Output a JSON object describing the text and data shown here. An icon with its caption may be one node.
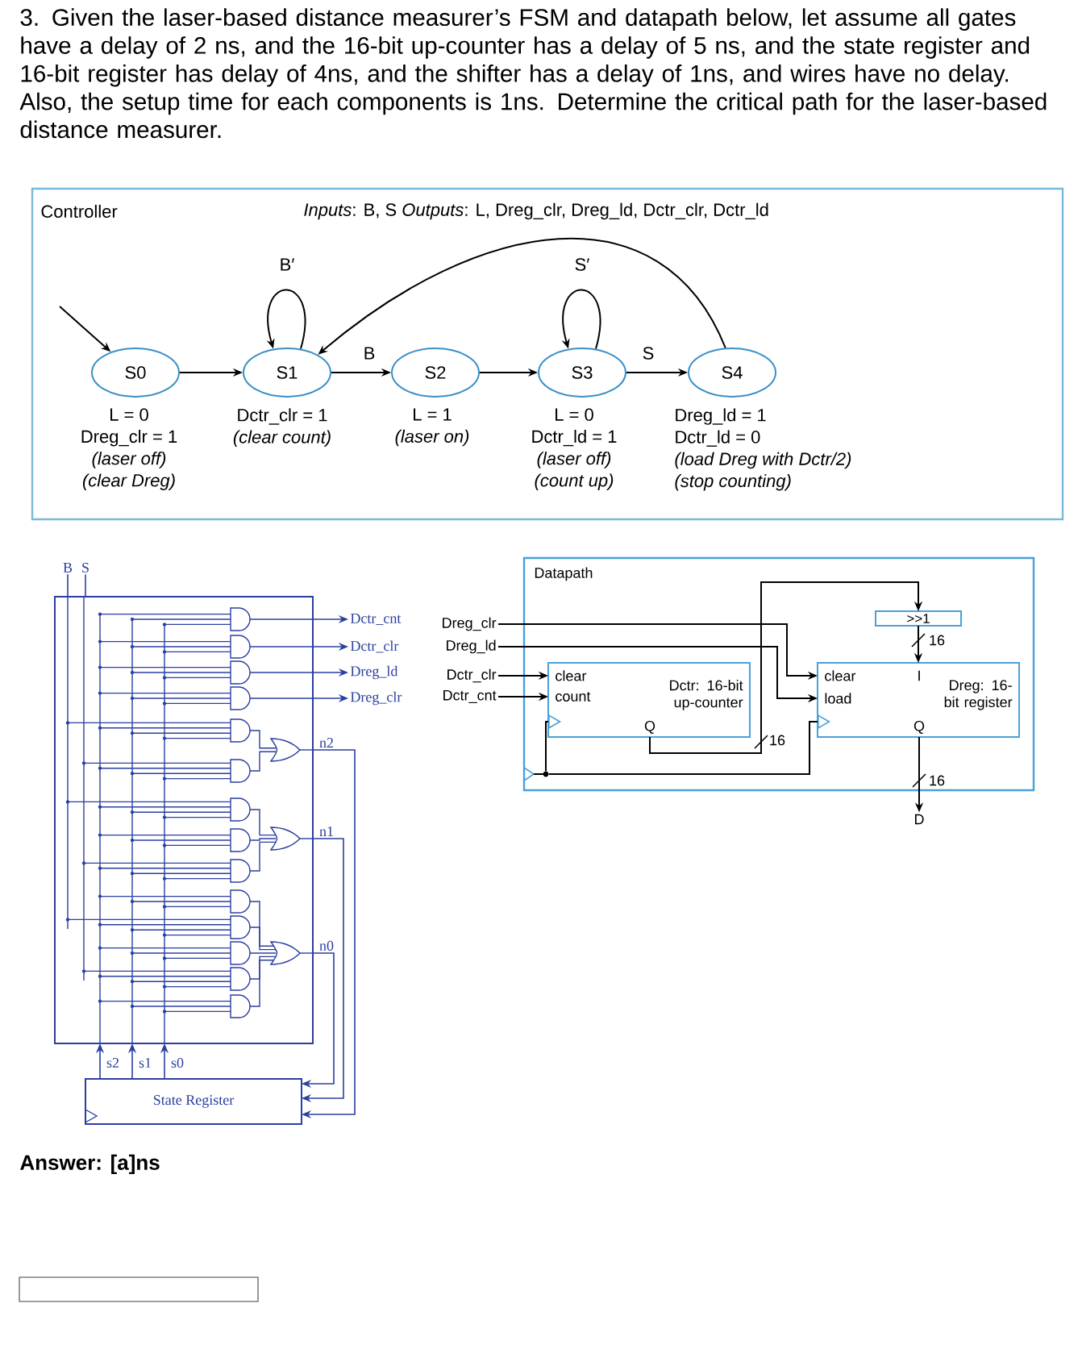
{
  "diagram": {
    "title": "3. Given the laser-based distance measurer’s FSM and datapath below, let assume all gates have a delay of 2 ns, and the 16-bit up-counter has a delay of 5 ns, and the state register and 16-bit register has delay of 4ns, and the shifter has a delay of 1ns, and wires have no delay. Also, the setup time for each components is 1ns. Determine the critical path for the laser-based distance measurer.",
    "nodes": [
      {
        "text": [
          "Controller",
          "*Inputs*: B, S   *Outputs*: L, Dreg_clr, Dreg_ld, Dctr_clr, Dctr_ld"
        ]
      },
      {
        "text": [
          "S0"
        ],
        "in": 0,
        "beside": [
          "L = 0",
          "Dreg_clr = 1",
          "*(laser off)*",
          "*(clear Dreg)*"
        ]
      },
      {
        "text": [
          "S1"
        ],
        "in": 0,
        "beside": [
          "Dctr_clr = 1",
          "*(clear count)*"
        ]
      },
      {
        "text": [
          "S2"
        ],
        "in": 0,
        "beside": [
          "L = 1",
          "*(laser on)*"
        ]
      },
      {
        "text": [
          "S3"
        ],
        "in": 0,
        "beside": [
          "L = 0",
          "Dctr_ld = 1",
          "*(laser off)*",
          "*(count up)*"
        ]
      },
      {
        "text": [
          "S4"
        ],
        "in": 0,
        "beside": [
          "Dreg_ld  = 1",
          "Dctr_ld = 0",
          "*(load Dreg with Dctr/2)*",
          "*(stop counting)*"
        ]
      },
      {
        "text": [
          "B"
        ]
      },
      {
        "text": [
          "S"
        ]
      },
      {
        "text": [],
        "shape": "box"
      },
      {
        "text": [
          "State Register"
        ]
      },
      {
        "text": [
          "Dctr_cnt"
        ]
      },
      {
        "text": [
          "Dctr_clr"
        ]
      },
      {
        "text": [
          "Dreg_ld"
        ]
      },
      {
        "text": [
          "Dreg_clr"
        ]
      },
      {
        "text": [
          "Datapath"
        ]
      },
      {
        "text": [
          "Dreg_clr"
        ]
      },
      {
        "text": [
          "Dreg_ld"
        ]
      },
      {
        "text": [
          "Dctr_clr"
        ]
      },
      {
        "text": [
          "Dctr_cnt"
        ]
      },
      {
        "text": [
          "clear",
          "count",
          "Dctr: 16-bit up-counter",
          "Q"
        ],
        "in": 14
      },
      {
        "text": [
          ">>1"
        ],
        "in": 14
      },
      {
        "text": [
          "clear",
          "load",
          "I",
          "Dreg: 16-bit register",
          "Q"
        ],
        "in": 14
      },
      {
        "text": [
          "D"
        ]
      },
      {
        "text": [],
        "shape": "circle",
        "in": 14
      }
    ],
    "edges": [
      {
        "from": null,
        "to": 1,
        "arrow": "to"
      },
      {
        "from": 1,
        "to": 2,
        "arrow": "to"
      },
      {
        "from": 2,
        "to": 2,
        "arrow": "to",
        "label": "B′"
      },
      {
        "from": 2,
        "to": 3,
        "arrow": "to",
        "label": "B"
      },
      {
        "from": 3,
        "to": 4,
        "arrow": "to"
      },
      {
        "from": 4,
        "to": 4,
        "arrow": "to",
        "label": "S′"
      },
      {
        "from": 4,
        "to": 5,
        "arrow": "to",
        "label": "S"
      },
      {
        "from": 5,
        "to": 2,
        "arrow": "to"
      },
      {
        "from": 6,
        "to": 8,
        "arrow": "none",
        "color": "#2b3fa0"
      },
      {
        "from": 7,
        "to": 8,
        "arrow": "none",
        "color": "#2b3fa0"
      },
      {
        "from": 9,
        "to": 8,
        "arrow": "to",
        "label": "s2",
        "color": "#2b3fa0"
      },
      {
        "from": 9,
        "to": 8,
        "arrow": "to",
        "label": "s1",
        "color": "#2b3fa0"
      },
      {
        "from": 9,
        "to": 8,
        "arrow": "to",
        "label": "s0",
        "color": "#2b3fa0"
      },
      {
        "from": 8,
        "to": 9,
        "arrow": "to",
        "label": "n2",
        "color": "#2b3fa0"
      },
      {
        "from": 8,
        "to": 9,
        "arrow": "to",
        "label": "n1",
        "color": "#2b3fa0"
      },
      {
        "from": 8,
        "to": 9,
        "arrow": "to",
        "label": "n0",
        "color": "#2b3fa0"
      },
      {
        "from": 8,
        "to": 10,
        "arrow": "to",
        "color": "#2b3fa0"
      },
      {
        "from": 8,
        "to": 11,
        "arrow": "to",
        "color": "#2b3fa0"
      },
      {
        "from": 8,
        "to": 12,
        "arrow": "to",
        "color": "#2b3fa0"
      },
      {
        "from": 8,
        "to": 13,
        "arrow": "to",
        "color": "#2b3fa0"
      },
      {
        "from": 15,
        "to": 21,
        "arrow": "to"
      },
      {
        "from": 16,
        "to": 21,
        "arrow": "to"
      },
      {
        "from": 17,
        "to": 19,
        "arrow": "to"
      },
      {
        "from": 18,
        "to": 19,
        "arrow": "to"
      },
      {
        "from": 19,
        "to": 20,
        "arrow": "to",
        "label": "16"
      },
      {
        "from": 20,
        "to": 21,
        "arrow": "to",
        "label": "16"
      },
      {
        "from": 21,
        "to": 22,
        "arrow": "to",
        "label": "16"
      },
      {
        "from": 23,
        "to": 19,
        "arrow": "to"
      },
      {
        "from": 23,
        "to": 21,
        "arrow": "to"
      }
    ],
    "labels": [
      "Answer: [a]ns"
    ]
  }
}
